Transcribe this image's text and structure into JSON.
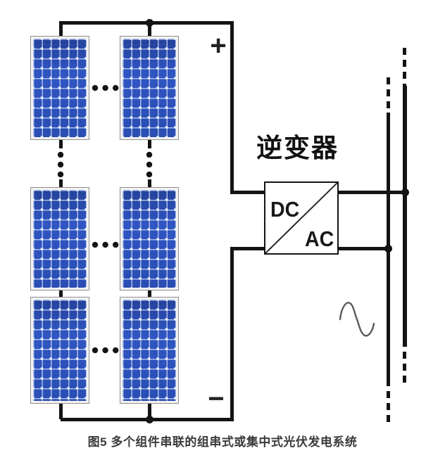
{
  "figure": {
    "labels": {
      "positive_terminal": "+",
      "negative_terminal": "−",
      "inverter_title": "逆变器",
      "dc": "DC",
      "ac": "AC"
    },
    "caption": "图5 多个组件串联的组串式或集中式光伏发电系统",
    "pv_array": {
      "visible_panel_rows": 3,
      "visible_panel_columns": 2,
      "panel_icon": "solar-panel-icon",
      "row_continuation": "horizontal-ellipsis-dots",
      "column_continuation": "vertical-ellipsis-dots"
    },
    "symbols": {
      "converter_block": "dc-ac-converter-box",
      "ac_output": "sine-wave-icon",
      "grid_connection": "bus-bar-lines",
      "junctions": "junction-dot"
    },
    "colors": {
      "wire": "#141414",
      "panel_cell": "#2e51b8",
      "panel_gap": "#aabde8",
      "panel_frame": "#f2f2f2",
      "sine": "#5a5a5a",
      "caption_text": "#3a3a3a"
    }
  }
}
